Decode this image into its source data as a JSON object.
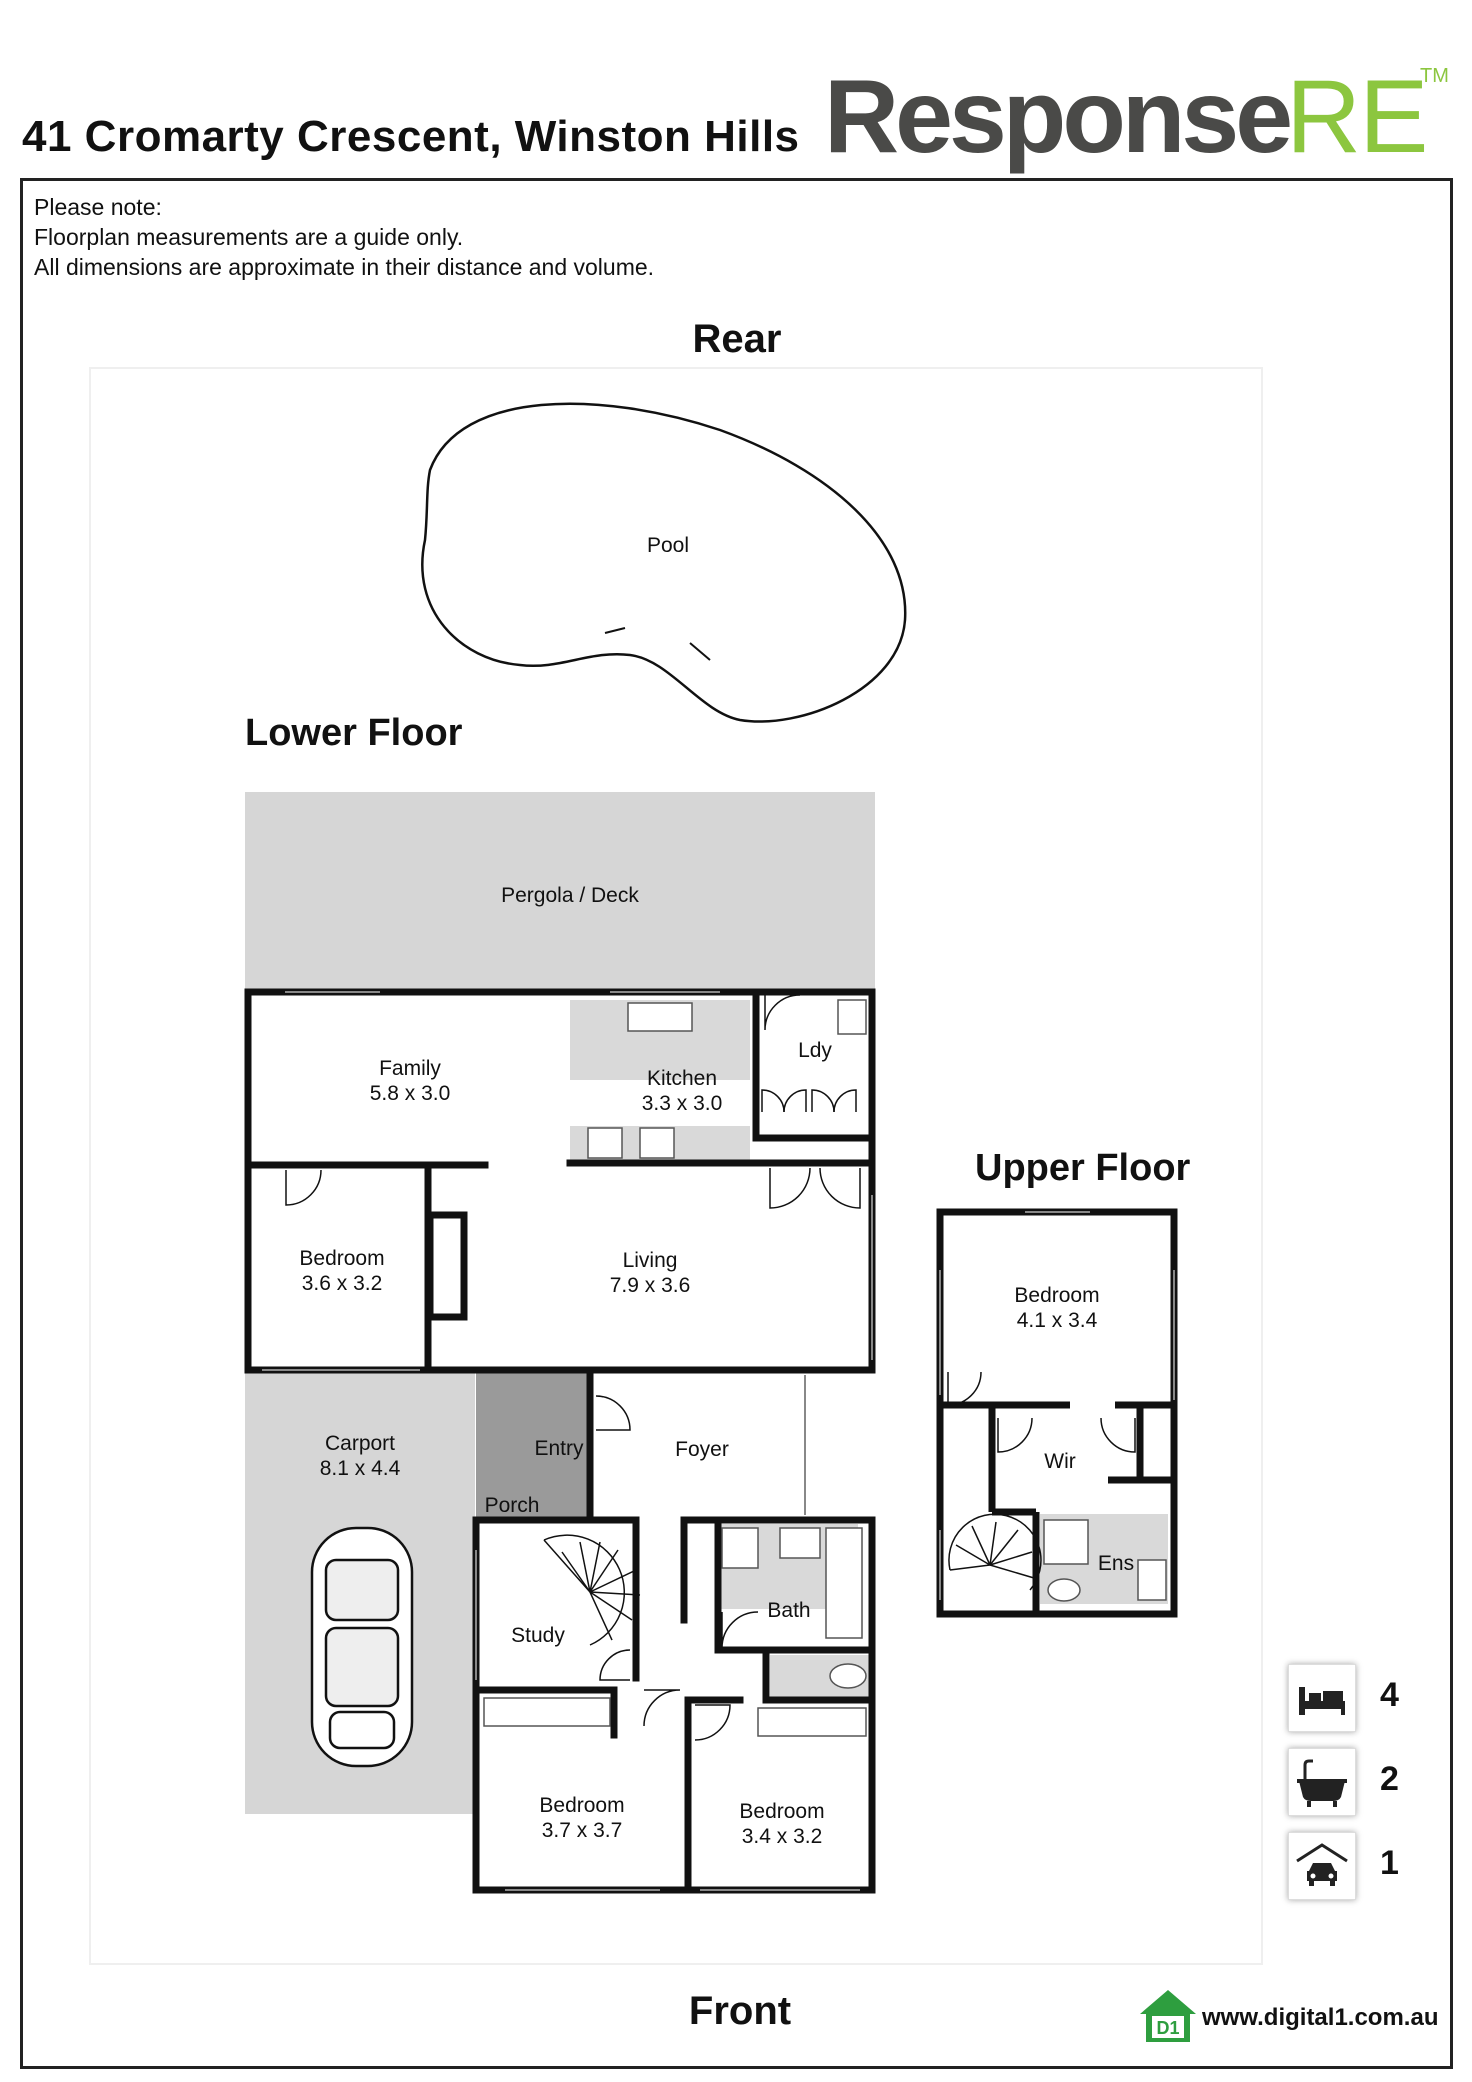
{
  "header": {
    "address": "41 Cromarty Crescent, Winston Hills",
    "brand_main": "Response",
    "brand_accent": "RE",
    "brand_tm": "TM"
  },
  "note": {
    "line1": "Please note:",
    "line2": "Floorplan measurements are a guide only.",
    "line3": "All dimensions are approximate in their distance and volume."
  },
  "labels": {
    "rear": "Rear",
    "front": "Front",
    "lower_floor": "Lower Floor",
    "upper_floor": "Upper Floor",
    "pool": "Pool",
    "pergola": "Pergola / Deck",
    "family": "Family",
    "family_dim": "5.8 x 3.0",
    "kitchen": "Kitchen",
    "kitchen_dim": "3.3 x 3.0",
    "laundry": "Ldy",
    "bedroom": "Bedroom",
    "bed1_dim": "3.6 x 3.2",
    "living": "Living",
    "living_dim": "7.9 x 3.6",
    "carport": "Carport",
    "carport_dim": "8.1 x 4.4",
    "entry": "Entry",
    "porch": "Porch",
    "foyer": "Foyer",
    "study": "Study",
    "bath": "Bath",
    "bed2_dim": "3.7 x 3.7",
    "bed3_dim": "3.4 x 3.2",
    "bed4_dim": "4.1 x 3.4",
    "wir": "Wir",
    "ens": "Ens"
  },
  "stats": {
    "bedrooms": "4",
    "bathrooms": "2",
    "parking": "1",
    "bed_icon": "bed-icon",
    "bath_icon": "bathtub-icon",
    "car_icon": "garage-car-icon"
  },
  "footer": {
    "logo_text": "D1",
    "url": "www.digital1.com.au"
  },
  "colors": {
    "brand_gray": "#4a4a48",
    "brand_green": "#8cc63f",
    "shade_light": "#d6d6d6",
    "shade_dark": "#9a9a9a",
    "wall": "#111111",
    "logo_green": "#2e9e3f"
  }
}
